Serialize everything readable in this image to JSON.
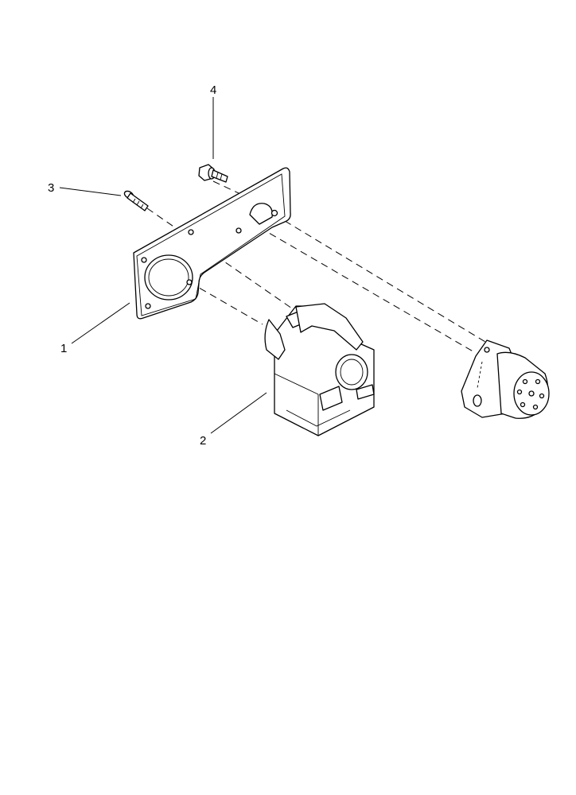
{
  "callouts": {
    "item1": "1",
    "item2": "2",
    "item3": "3",
    "item4": "4"
  },
  "parts": [
    {
      "id": "1",
      "name": "mounting-plate"
    },
    {
      "id": "2",
      "name": "socket-housing"
    },
    {
      "id": "3",
      "name": "screw"
    },
    {
      "id": "4",
      "name": "flange-bolt"
    }
  ]
}
